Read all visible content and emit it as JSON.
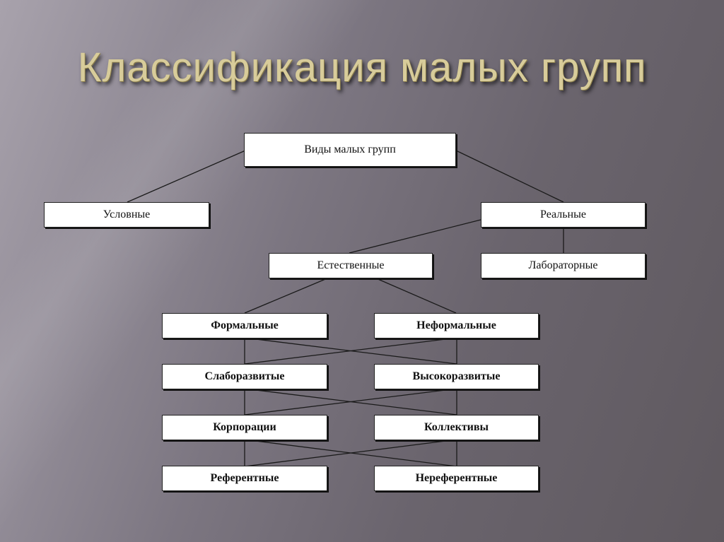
{
  "slide": {
    "title": "Классификация малых групп",
    "colors": {
      "title": "#d8cc9a",
      "box_fill": "#ffffff",
      "line": "#1a1a1a"
    }
  },
  "diagram": {
    "root": "Виды малых групп",
    "level1": {
      "left": "Условные",
      "right": "Реальные"
    },
    "level2": {
      "left": "Естественные",
      "right": "Лабораторные"
    },
    "pairs": [
      {
        "left": "Формальные",
        "right": "Неформальные"
      },
      {
        "left": "Слаборазвитые",
        "right": "Высокоразвитые"
      },
      {
        "left": "Корпорации",
        "right": "Коллективы"
      },
      {
        "left": "Референтные",
        "right": "Нереферентные"
      }
    ]
  }
}
